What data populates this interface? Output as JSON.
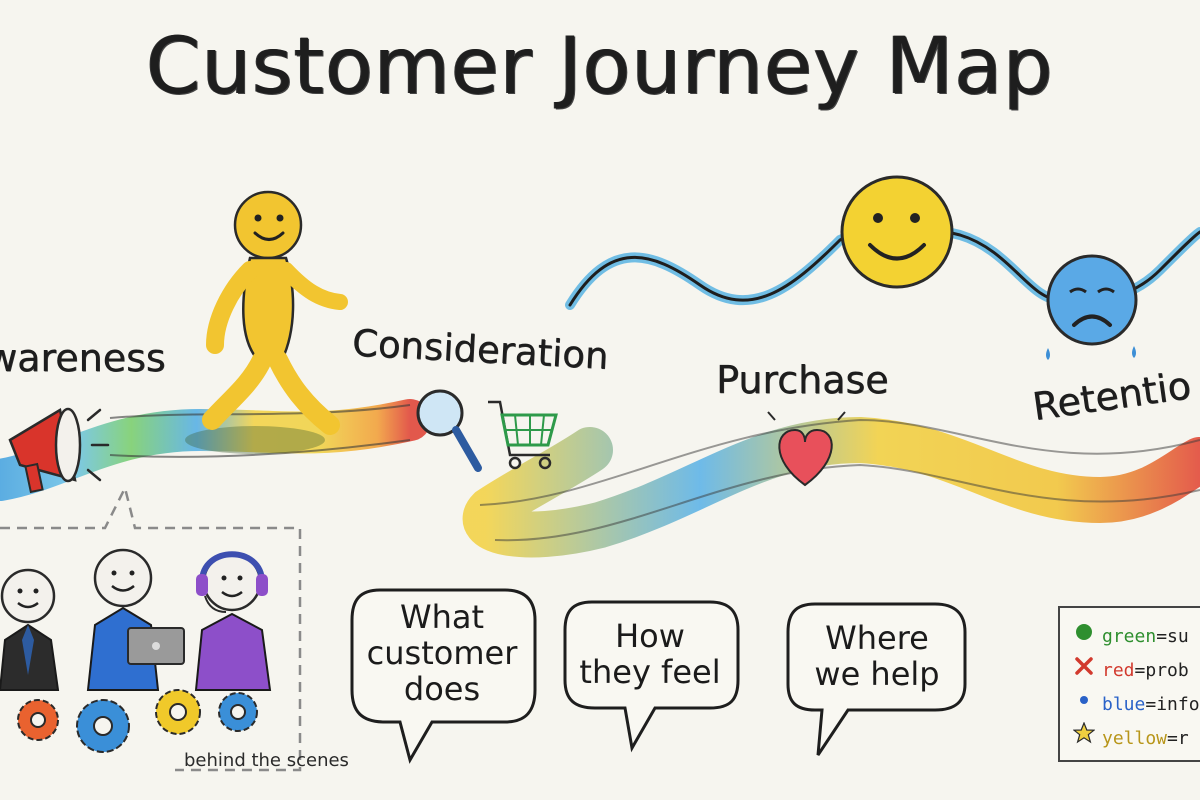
{
  "title": "Customer Journey Map",
  "stages": [
    {
      "label": "wareness"
    },
    {
      "label": "Consideration"
    },
    {
      "label": "Purchase"
    },
    {
      "label": "Retentio"
    }
  ],
  "bubbles": [
    {
      "text": "What customer does"
    },
    {
      "text": "How they feel"
    },
    {
      "text": "Where we help"
    }
  ],
  "behind_the_scenes": "behind the scenes",
  "legend": [
    {
      "color_word": "green",
      "rest": "=su",
      "color": "#2f8f2f",
      "icon": "green-dot-icon"
    },
    {
      "color_word": "red",
      "rest": "=prob",
      "color": "#d23a2e",
      "icon": "red-x-icon"
    },
    {
      "color_word": "blue",
      "rest": "=info",
      "color": "#2a62c8",
      "icon": "blue-dot-icon"
    },
    {
      "color_word": "yellow",
      "rest": "=r",
      "color": "#d6b620",
      "icon": "yellow-star-icon"
    }
  ],
  "colors": {
    "happy_face": "#f3d232",
    "sad_face": "#5aa9e6",
    "walker": "#f2c530",
    "heart": "#e8505b",
    "megaphone": "#d9342b",
    "cart": "#2e9a4a"
  }
}
